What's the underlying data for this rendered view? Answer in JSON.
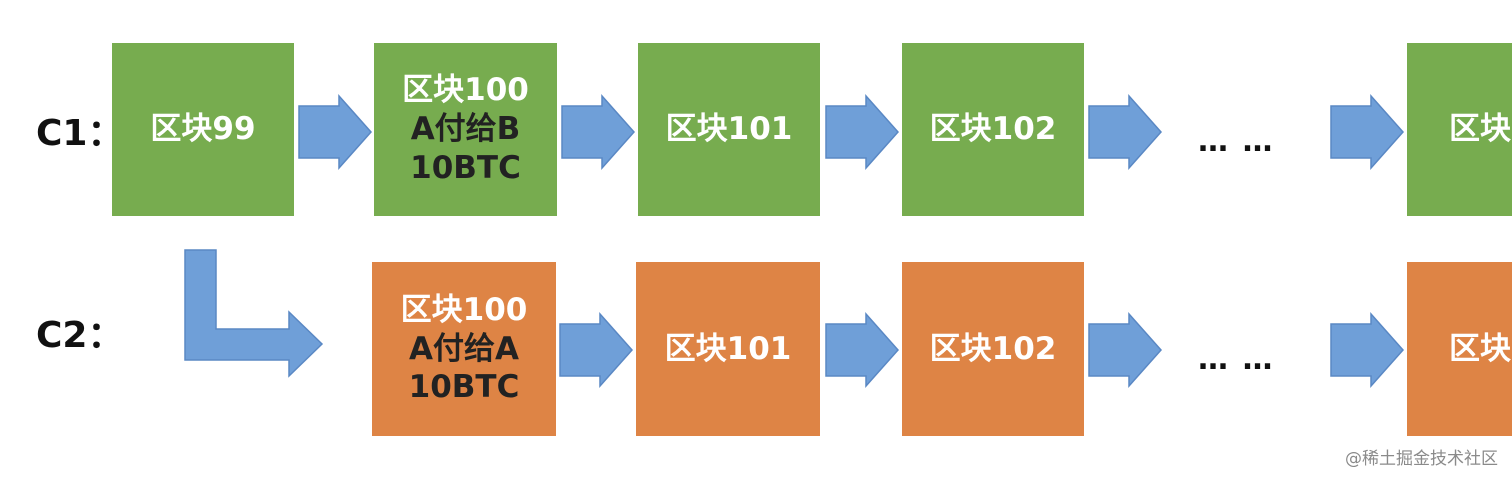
{
  "rows": {
    "c1": {
      "label": "C1：",
      "blocks": [
        {
          "lines": [
            "区块99"
          ]
        },
        {
          "lines": [
            "区块100",
            "A付给B",
            "10BTC"
          ]
        },
        {
          "lines": [
            "区块101"
          ]
        },
        {
          "lines": [
            "区块102"
          ]
        },
        {
          "lines": [
            "区块"
          ]
        }
      ],
      "ellipsis": "… …"
    },
    "c2": {
      "label": "C2：",
      "blocks": [
        {
          "lines": [
            "区块100",
            "A付给A",
            "10BTC"
          ]
        },
        {
          "lines": [
            "区块101"
          ]
        },
        {
          "lines": [
            "区块102"
          ]
        },
        {
          "lines": [
            "区块"
          ]
        }
      ],
      "ellipsis": "… …"
    }
  },
  "colors": {
    "chain1_block": "#77ac4f",
    "chain2_block": "#de8445",
    "arrow": "#6f9fd8",
    "arrow_stroke": "#5a88c4"
  },
  "icons": {
    "arrow": "right-arrow-icon",
    "fork_arrow": "fork-elbow-arrow-icon"
  },
  "watermark": "@稀土掘金技术社区"
}
